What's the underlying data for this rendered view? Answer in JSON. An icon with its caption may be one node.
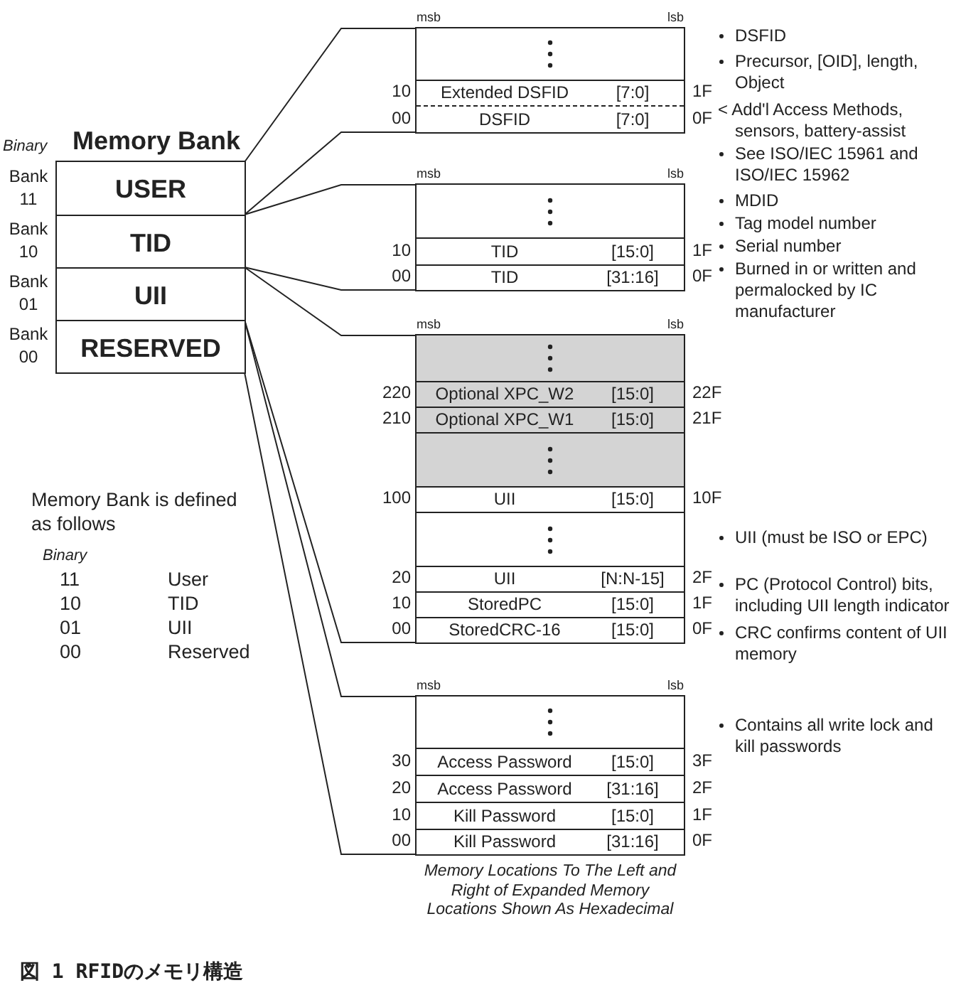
{
  "diagram": {
    "caption": "図 1 RFIDのメモリ構造",
    "nodes": [
      {
        "text": [
          "Memory Bank"
        ]
      },
      {
        "text": [
          "USER"
        ],
        "in": 0,
        "beside": [
          "Bank 11"
        ]
      },
      {
        "text": [
          "TID"
        ],
        "in": 0,
        "beside": [
          "Bank 10"
        ]
      },
      {
        "text": [
          "UII"
        ],
        "in": 0,
        "beside": [
          "Bank 01"
        ]
      },
      {
        "text": [
          "RESERVED"
        ],
        "in": 0,
        "beside": [
          "Bank 00"
        ]
      },
      {
        "text": [],
        "shape": "box",
        "beside": [
          "msb",
          "lsb"
        ]
      },
      {
        "text": [],
        "shape": "box",
        "in": 5
      },
      {
        "text": [
          "Extended DSFID",
          "[7:0]"
        ],
        "in": 5,
        "beside": [
          "10",
          "1F"
        ]
      },
      {
        "text": [
          "DSFID",
          "[7:0]"
        ],
        "in": 5,
        "beside": [
          "00",
          "0F"
        ]
      },
      {
        "text": [],
        "shape": "box",
        "beside": [
          "msb",
          "lsb"
        ]
      },
      {
        "text": [],
        "shape": "box",
        "in": 9
      },
      {
        "text": [
          "TID",
          "[15:0]"
        ],
        "in": 9,
        "beside": [
          "10",
          "1F"
        ]
      },
      {
        "text": [
          "TID",
          "[31:16]"
        ],
        "in": 9,
        "beside": [
          "00",
          "0F"
        ]
      },
      {
        "text": [],
        "shape": "box",
        "beside": [
          "msb",
          "lsb"
        ]
      },
      {
        "text": [],
        "shape": "box",
        "in": 13
      },
      {
        "text": [
          "Optional XPC_W2",
          "[15:0]"
        ],
        "in": 13,
        "beside": [
          "220",
          "22F"
        ]
      },
      {
        "text": [
          "Optional XPC_W1",
          "[15:0]"
        ],
        "in": 13,
        "beside": [
          "210",
          "21F"
        ]
      },
      {
        "text": [],
        "shape": "box",
        "in": 13
      },
      {
        "text": [
          "UII",
          "[15:0]"
        ],
        "in": 13,
        "beside": [
          "100",
          "10F"
        ]
      },
      {
        "text": [],
        "shape": "box",
        "in": 13
      },
      {
        "text": [
          "UII",
          "[N:N-15]"
        ],
        "in": 13,
        "beside": [
          "20",
          "2F"
        ]
      },
      {
        "text": [
          "StoredPC",
          "[15:0]"
        ],
        "in": 13,
        "beside": [
          "10",
          "1F"
        ]
      },
      {
        "text": [
          "StoredCRC-16",
          "[15:0]"
        ],
        "in": 13,
        "beside": [
          "00",
          "0F"
        ]
      },
      {
        "text": [],
        "shape": "box",
        "beside": [
          "msb",
          "lsb"
        ]
      },
      {
        "text": [],
        "shape": "box",
        "in": 23
      },
      {
        "text": [
          "Access Password",
          "[15:0]"
        ],
        "in": 23,
        "beside": [
          "30",
          "3F"
        ]
      },
      {
        "text": [
          "Access Password",
          "[31:16]"
        ],
        "in": 23,
        "beside": [
          "20",
          "2F"
        ]
      },
      {
        "text": [
          "Kill Password",
          "[15:0]"
        ],
        "in": 23,
        "beside": [
          "10",
          "1F"
        ]
      },
      {
        "text": [
          "Kill Password",
          "[31:16]"
        ],
        "in": 23,
        "beside": [
          "00",
          "0F"
        ]
      }
    ],
    "edges": [
      {
        "from": 1,
        "to": 5,
        "arrow": "none"
      },
      {
        "from": 1,
        "to": 5,
        "arrow": "none"
      },
      {
        "from": 2,
        "to": 9,
        "arrow": "none"
      },
      {
        "from": 2,
        "to": 9,
        "arrow": "none"
      },
      {
        "from": 3,
        "to": 13,
        "arrow": "none"
      },
      {
        "from": 3,
        "to": 13,
        "arrow": "none"
      },
      {
        "from": 4,
        "to": 23,
        "arrow": "none"
      },
      {
        "from": 4,
        "to": 23,
        "arrow": "none"
      }
    ],
    "labels": [
      "Binary",
      "DSFID",
      "Precursor, [OID], length, Object",
      "< Add'l Access Methods, sensors, battery-assist",
      "See ISO/IEC 15961 and ISO/IEC 15962",
      "MDID",
      "Tag model number",
      "Serial number",
      "Burned in or written and permalocked by IC manufacturer",
      "UII (must be ISO or EPC)",
      "PC (Protocol Control) bits, including UII length indicator",
      "CRC confirms content of UII memory",
      "Contains all write lock and kill passwords",
      "Memory Bank is defined as follows",
      "Binary",
      "11",
      "User",
      "10",
      "TID",
      "01",
      "UII",
      "00",
      "Reserved",
      "Memory Locations To The Left and Right of Expanded Memory Locations Shown As Hexadecimal"
    ]
  }
}
